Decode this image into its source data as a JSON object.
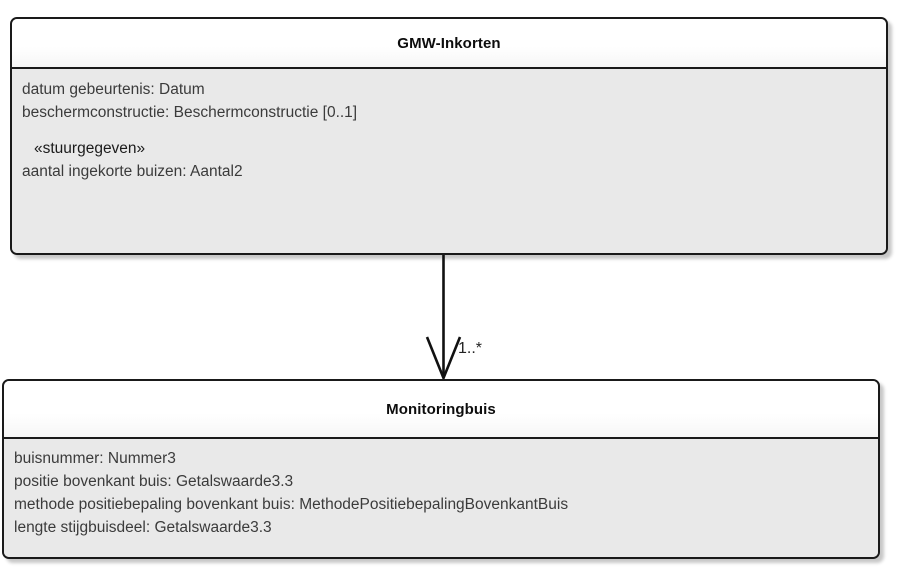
{
  "diagram": {
    "type": "uml-class-diagram",
    "background_color": "#ffffff",
    "classes": [
      {
        "id": "gmw-inkorten",
        "name": "GMW-Inkorten",
        "attributes": [
          {
            "text": "datum gebeurtenis: Datum",
            "kind": "attribute"
          },
          {
            "text": "beschermconstructie: Beschermconstructie [0..1]",
            "kind": "attribute"
          },
          {
            "text": "«stuurgegeven»",
            "kind": "stereotype"
          },
          {
            "text": "aantal ingekorte buizen: Aantal2",
            "kind": "attribute"
          }
        ]
      },
      {
        "id": "monitoringbuis",
        "name": "Monitoringbuis",
        "attributes": [
          {
            "text": "buisnummer: Nummer3",
            "kind": "attribute"
          },
          {
            "text": "positie bovenkant buis: Getalswaarde3.3",
            "kind": "attribute"
          },
          {
            "text": "methode positiebepaling bovenkant buis: MethodePositiebepalingBovenkantBuis",
            "kind": "attribute"
          },
          {
            "text": "lengte stijgbuisdeel: Getalswaarde3.3",
            "kind": "attribute"
          }
        ]
      }
    ],
    "connectors": [
      {
        "id": "gmw-inkorten-to-monitoringbuis",
        "style": "association-open-arrow",
        "from": "gmw-inkorten",
        "to": "monitoringbuis",
        "target_multiplicity": "1..*",
        "line_color": "#111111"
      }
    ]
  },
  "colors": {
    "border": "#1a1a1a",
    "header_fill": "#ffffff",
    "body_fill": "#e9e9e9",
    "title_text": "#0d0d0d",
    "attribute_text": "#3b3b3b",
    "stereotype_text": "#1b1b1b",
    "multiplicity_text": "#232323"
  }
}
